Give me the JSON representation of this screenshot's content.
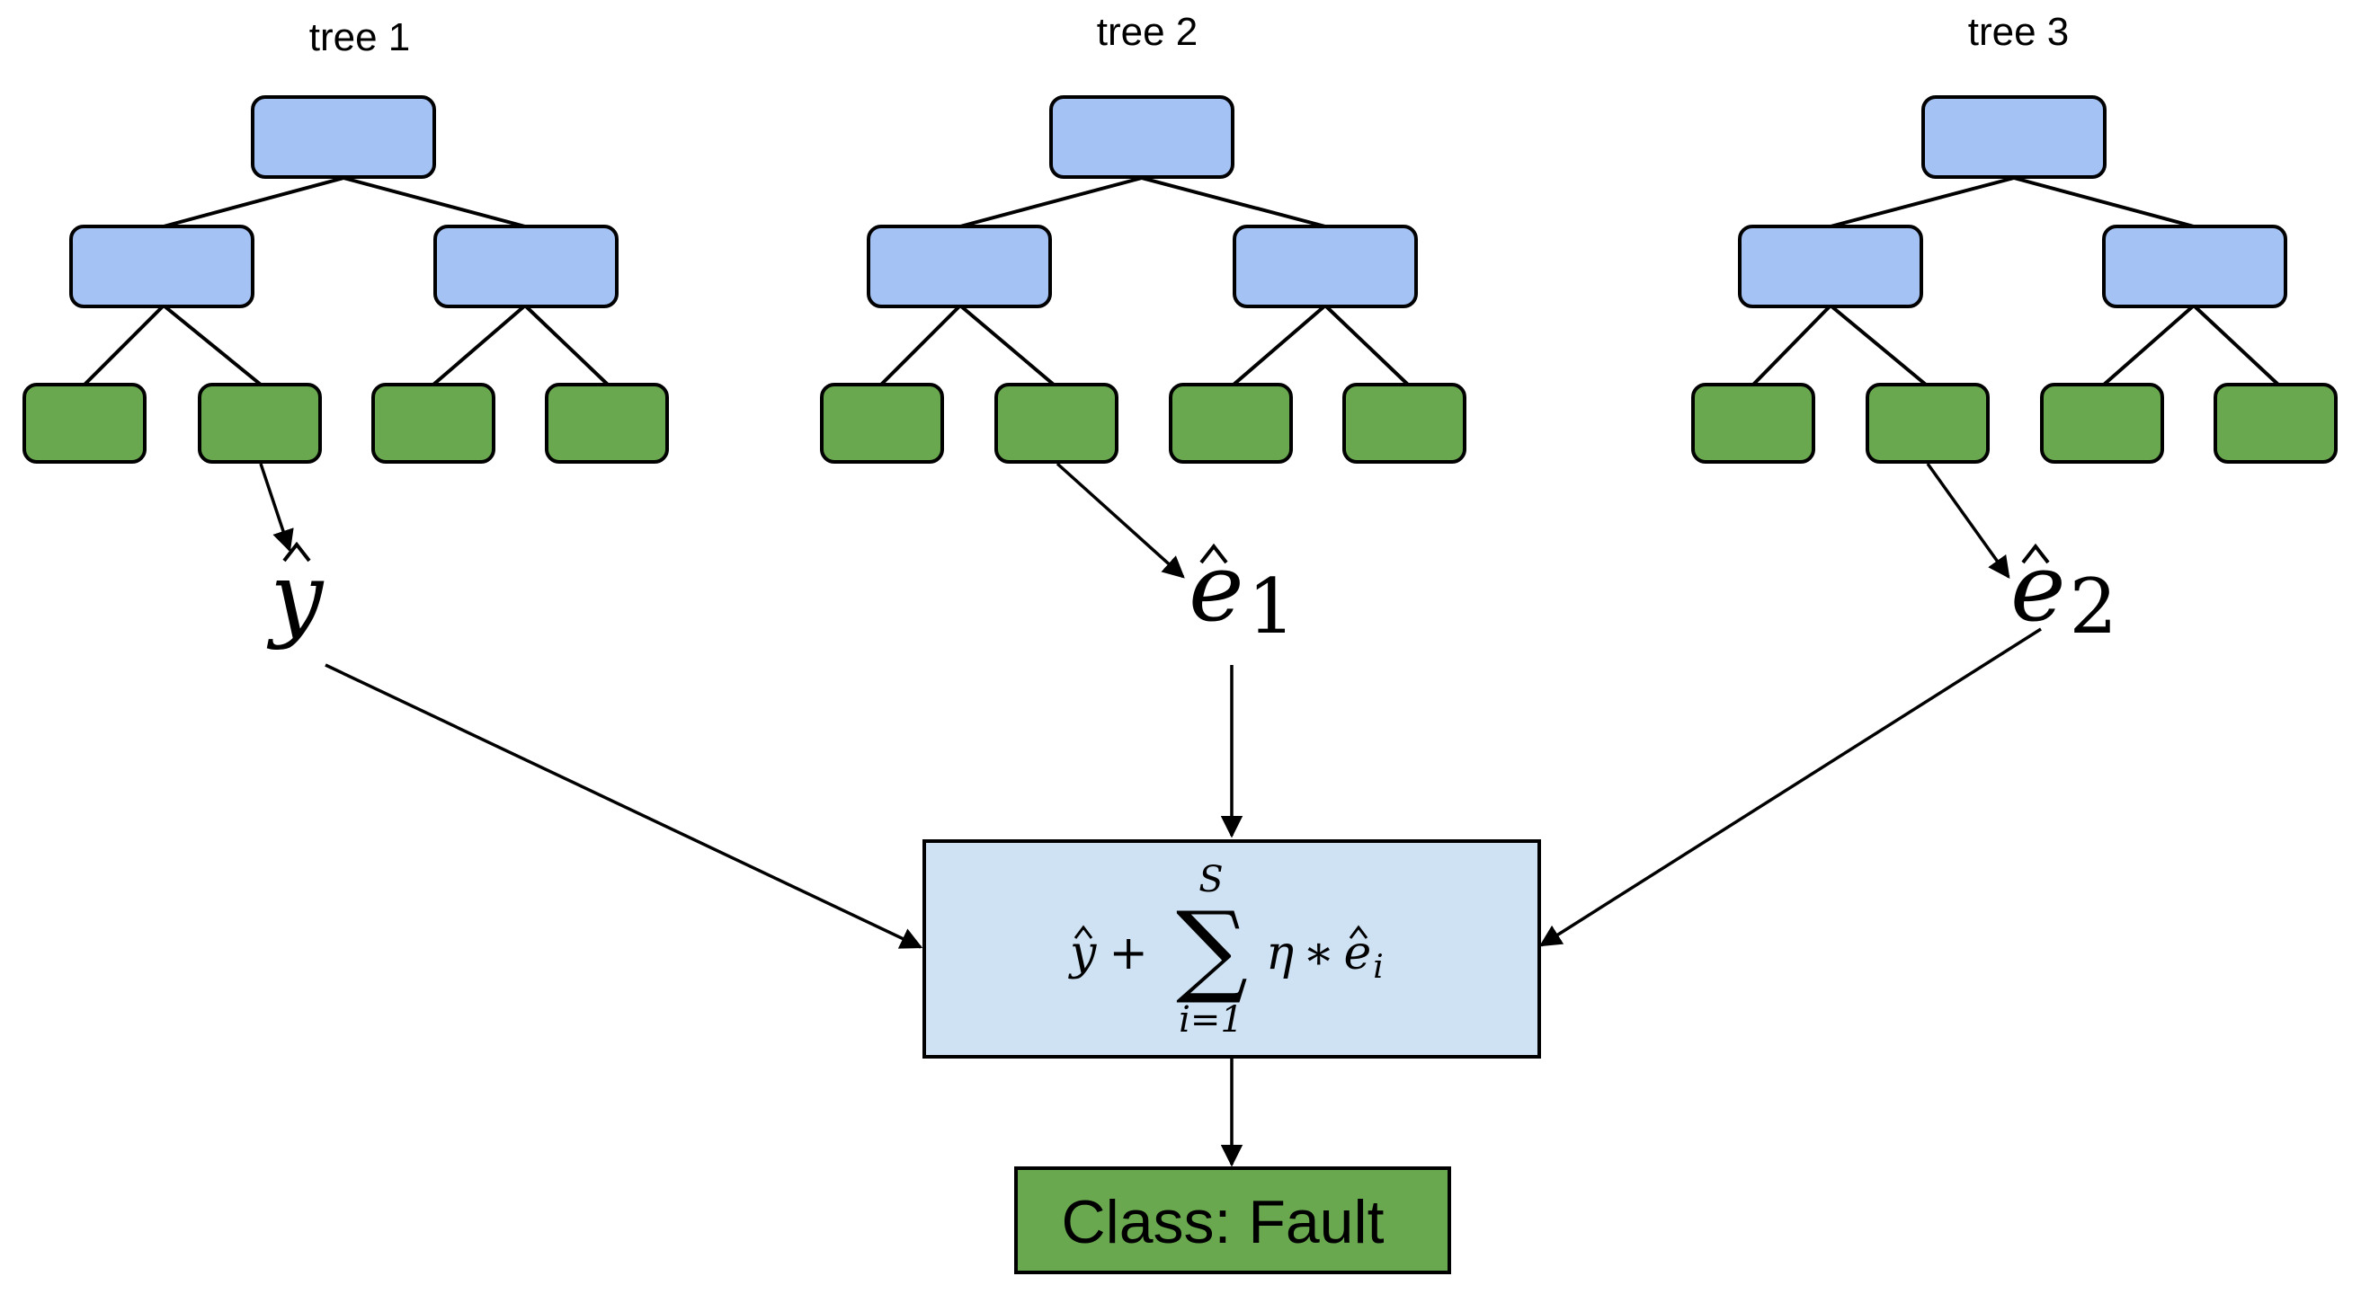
{
  "trees": [
    {
      "title": "tree 1",
      "output_symbol": "y",
      "output_subscript": ""
    },
    {
      "title": "tree 2",
      "output_symbol": "e",
      "output_subscript": "1"
    },
    {
      "title": "tree 3",
      "output_symbol": "e",
      "output_subscript": "2"
    }
  ],
  "formula": {
    "sum_upper": "S",
    "sum_lower": "i=1",
    "base_term": "y",
    "plus": "+",
    "sigma": "∑",
    "eta": "η",
    "times": "∗",
    "residual": "e",
    "residual_index": "i"
  },
  "result": {
    "label": "Class: Fault"
  },
  "colors": {
    "inner_node": "#a4c2f4",
    "leaf_node": "#6aa84f",
    "combine_box": "#cfe2f3",
    "result_box": "#6aa84f"
  }
}
